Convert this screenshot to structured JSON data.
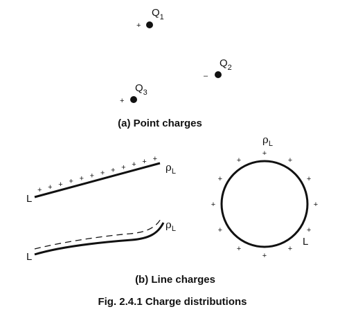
{
  "point_charges": {
    "q1": {
      "symbol": "Q",
      "index": "1",
      "sign": "+"
    },
    "q2": {
      "symbol": "Q",
      "index": "2",
      "sign": "–"
    },
    "q3": {
      "symbol": "Q",
      "index": "3",
      "sign": "+"
    },
    "caption": "(a) Point charges"
  },
  "line_charges": {
    "rho_symbol": "ρ",
    "rho_subscript": "L",
    "line_label": "L",
    "plus_sign": "+",
    "caption": "(b) Line charges"
  },
  "figure_caption": "Fig. 2.4.1 Charge distributions"
}
